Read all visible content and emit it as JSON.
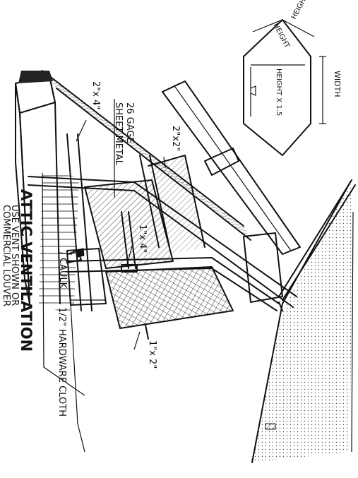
{
  "title": "ATTIC VENTILATION",
  "subtitle_line1": "USE VENT SHOWN OR",
  "subtitle_line2": "COMMERCIAL LOUVER",
  "labels": {
    "caulk": "CAULK",
    "hardware_cloth": "1/2\" HARDWARE CLOTH",
    "sheet_metal_line1": "26 GAGE",
    "sheet_metal_line2": "SHEET METAL",
    "lumber_2x4": "2\"x 4\"",
    "lumber_2x2_top": "2\"x2\"",
    "lumber_1x4": "1\"x 4\"",
    "lumber_1x2": "1\"x 2\""
  },
  "inset": {
    "height_left": "HEIGHT",
    "height_right": "HEIGHT",
    "height_x15": "HEIGHT X 1.5",
    "width": "WIDTH"
  },
  "colors": {
    "ink": "#111111",
    "paper": "#ffffff"
  }
}
